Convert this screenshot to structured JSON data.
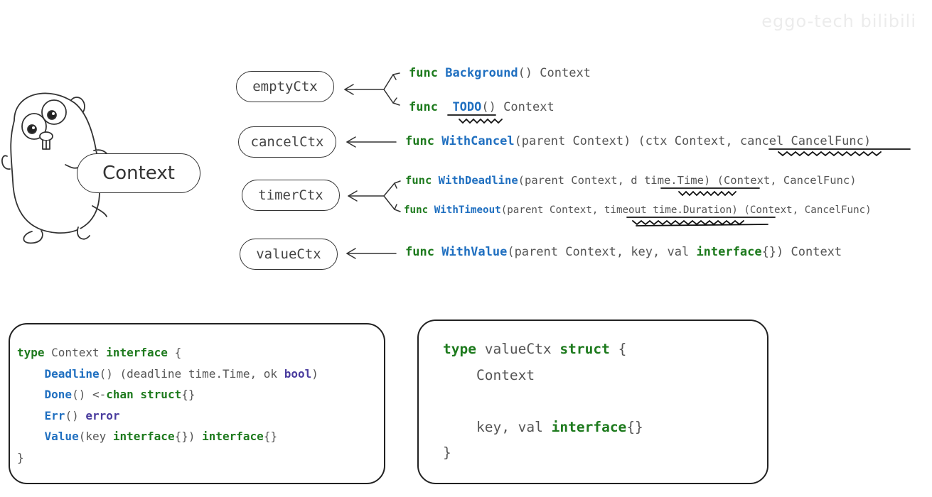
{
  "watermark": "eggo-tech bilibili",
  "gopher_label": "Context",
  "nodes": [
    {
      "label": "emptyCtx"
    },
    {
      "label": "cancelCtx"
    },
    {
      "label": "timerCtx"
    },
    {
      "label": "valueCtx"
    }
  ],
  "funcs": {
    "background": {
      "kw": "func",
      "name": "Background",
      "rest": "() Context"
    },
    "todo": {
      "kw": "func",
      "name": "TODO",
      "rest": "() Context"
    },
    "withcancel": {
      "kw": "func",
      "name": "WithCancel",
      "rest": "(parent Context) (ctx Context, cancel CancelFunc)"
    },
    "withdeadline": {
      "kw": "func",
      "name": "WithDeadline",
      "rest": "(parent Context, d time.Time) (Context, CancelFunc)"
    },
    "withtimeout": {
      "kw": "func",
      "name": "WithTimeout",
      "rest": "(parent Context, timeout time.Duration) (Context, CancelFunc)"
    },
    "withvalue": {
      "kw": "func",
      "name": "WithValue",
      "rest1": "(parent Context, key, val ",
      "iface": "interface",
      "rest2": "{}) Context"
    }
  },
  "interface_code": {
    "l1_kw": "type",
    "l1_name": " Context ",
    "l1_kw2": "interface",
    "l1_end": " {",
    "deadline_name": "Deadline",
    "deadline_rest": "() (deadline time.Time, ok ",
    "deadline_bool": "bool",
    "deadline_end": ")",
    "done_name": "Done",
    "done_rest": "() <-",
    "done_chan": "chan",
    "done_sp": " ",
    "done_struct": "struct",
    "done_end": "{}",
    "err_name": "Err",
    "err_rest": "() ",
    "err_type": "error",
    "value_name": "Value",
    "value_rest": "(key ",
    "value_iface": "interface",
    "value_mid": "{}) ",
    "value_iface2": "interface",
    "value_end": "{}",
    "close": "}"
  },
  "struct_code": {
    "l1_kw": "type",
    "l1_name": " valueCtx ",
    "l1_kw2": "struct",
    "l1_end": " {",
    "embed": "Context",
    "fields": "key, val ",
    "fields_iface": "interface",
    "fields_end": "{}",
    "close": "}"
  }
}
